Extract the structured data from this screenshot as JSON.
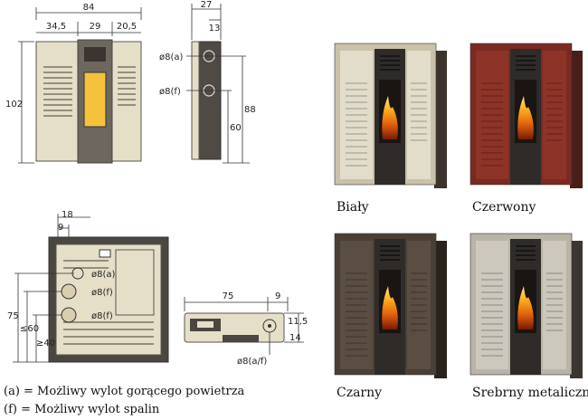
{
  "drawings": {
    "front": {
      "width_total": "84",
      "seg_left": "34,5",
      "seg_mid": "29",
      "seg_right": "20,5",
      "height": "102"
    },
    "side": {
      "depth": "27",
      "offset": "13",
      "port_a": "ø8(a)",
      "port_f": "ø8(f)",
      "h_a": "88",
      "h_f": "60"
    },
    "back": {
      "d1": "18",
      "d2": "9",
      "port_a": "ø8(a)",
      "port_f1": "ø8(f)",
      "port_f2": "ø8(f)",
      "h_total": "75",
      "h_le60": "≤60",
      "h_ge40": "≥40"
    },
    "top": {
      "w": "75",
      "w2": "9",
      "d1": "11,5",
      "d2": "14",
      "port": "ø8(a/f)"
    }
  },
  "variants": [
    {
      "label": "Biały",
      "frame": "#c9c1aa",
      "panel": "#e2dccb",
      "side": "#3b332c"
    },
    {
      "label": "Czerwony",
      "frame": "#7a2a22",
      "panel": "#8e3327",
      "side": "#4a1e18"
    },
    {
      "label": "Czarny",
      "frame": "#4a3f36",
      "panel": "#5a4d42",
      "side": "#2a231d"
    },
    {
      "label": "Srebrny metaliczny",
      "frame": "#b9b3a8",
      "panel": "#cdc8bd",
      "side": "#3b3630"
    }
  ],
  "legend": {
    "a": "(a) = Możliwy wylot gorącego powietrza",
    "f": "(f) = Możliwy wylot spalin"
  }
}
